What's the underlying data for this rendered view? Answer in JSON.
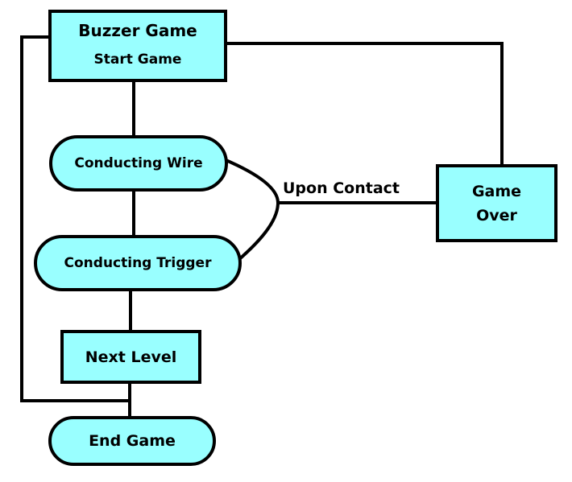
{
  "diagram": {
    "nodes": {
      "start": {
        "title": "Buzzer Game",
        "subtitle": "Start Game"
      },
      "wire": {
        "label": "Conducting Wire"
      },
      "trigger": {
        "label": "Conducting Trigger"
      },
      "next_level": {
        "label": "Next Level"
      },
      "end": {
        "label": "End Game"
      },
      "game_over": {
        "line1": "Game",
        "line2": "Over"
      }
    },
    "edge_labels": {
      "contact": "Upon Contact"
    },
    "colors": {
      "node_fill": "#99ffff",
      "stroke": "#000000"
    }
  }
}
